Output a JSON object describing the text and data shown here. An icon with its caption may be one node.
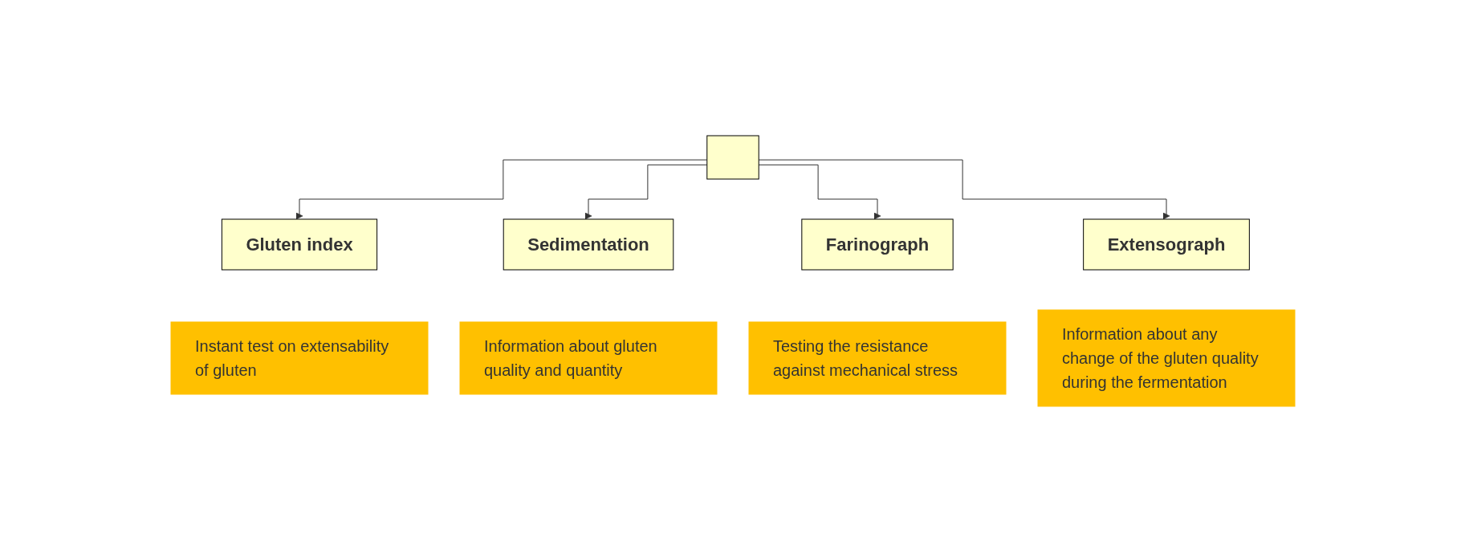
{
  "diagram": {
    "nodes": [
      {
        "text": [],
        "shape": "box"
      },
      {
        "text": [
          "Gluten index"
        ]
      },
      {
        "text": [
          "Sedimentation"
        ]
      },
      {
        "text": [
          "Farinograph"
        ]
      },
      {
        "text": [
          "Extensograph"
        ]
      },
      {
        "text": [
          "Instant test on extensability of gluten"
        ]
      },
      {
        "text": [
          "Information about gluten quality and quantity"
        ]
      },
      {
        "text": [
          "Testing the resistance against mechanical stress"
        ]
      },
      {
        "text": [
          "Information about any change of the gluten quality during the fermentation"
        ]
      }
    ],
    "edges": [
      {
        "from": 0,
        "to": 1,
        "arrow": "to"
      },
      {
        "from": 0,
        "to": 2,
        "arrow": "to"
      },
      {
        "from": 0,
        "to": 3,
        "arrow": "to"
      },
      {
        "from": 0,
        "to": 4,
        "arrow": "to"
      }
    ]
  }
}
